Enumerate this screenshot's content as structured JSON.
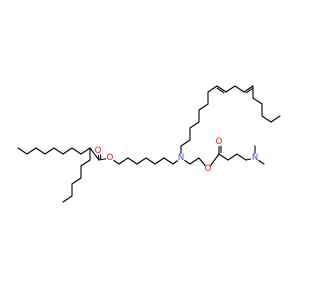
{
  "structure": {
    "atoms": [
      {
        "symbol": "O",
        "color": "#ff0d0d"
      },
      {
        "symbol": "O",
        "color": "#ff0d0d"
      },
      {
        "symbol": "N",
        "color": "#3050f8"
      },
      {
        "symbol": "O",
        "color": "#ff0d0d"
      },
      {
        "symbol": "O",
        "color": "#ff0d0d"
      },
      {
        "symbol": "N",
        "color": "#3050f8"
      }
    ]
  }
}
